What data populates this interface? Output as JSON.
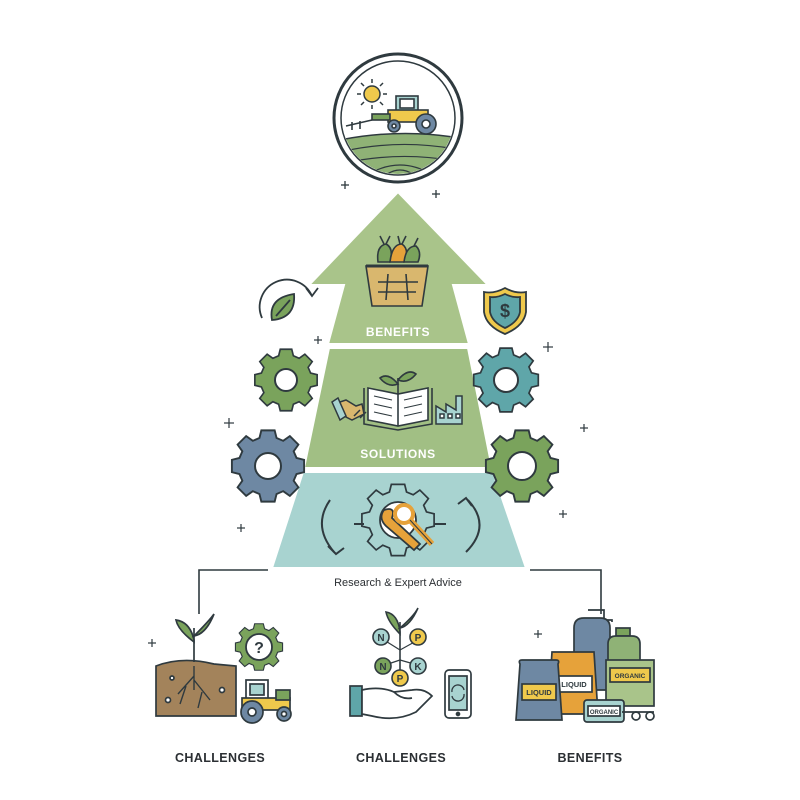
{
  "pyramid": {
    "top_label": "BENEFITS",
    "middle_label": "SOLUTIONS",
    "base_caption": "Research & Expert Advice"
  },
  "bottom": {
    "left_label": "CHALLENGES",
    "center_label": "CHALLENGES",
    "right_label": "BENEFITS"
  },
  "nutrients": {
    "n": "N",
    "p": "P",
    "k": "K",
    "p2": "P"
  },
  "products": {
    "bag_left": "LIQUID",
    "bag_center": "LIQUID",
    "box_right": "ORGANIC",
    "can_small": "ORGANIC"
  },
  "colors": {
    "outline": "#2f3a3f",
    "sage_light": "#a9c48a",
    "sage_mid": "#8fb276",
    "sage_pale": "#b9cf9d",
    "teal": "#a8d3d0",
    "slate": "#6e88a3",
    "green_gear": "#7aa35c",
    "teal_gear": "#5fa6a9",
    "soil": "#a3835b",
    "tan": "#d9b76e",
    "orange": "#e6a23a",
    "yellow": "#efc94c"
  }
}
